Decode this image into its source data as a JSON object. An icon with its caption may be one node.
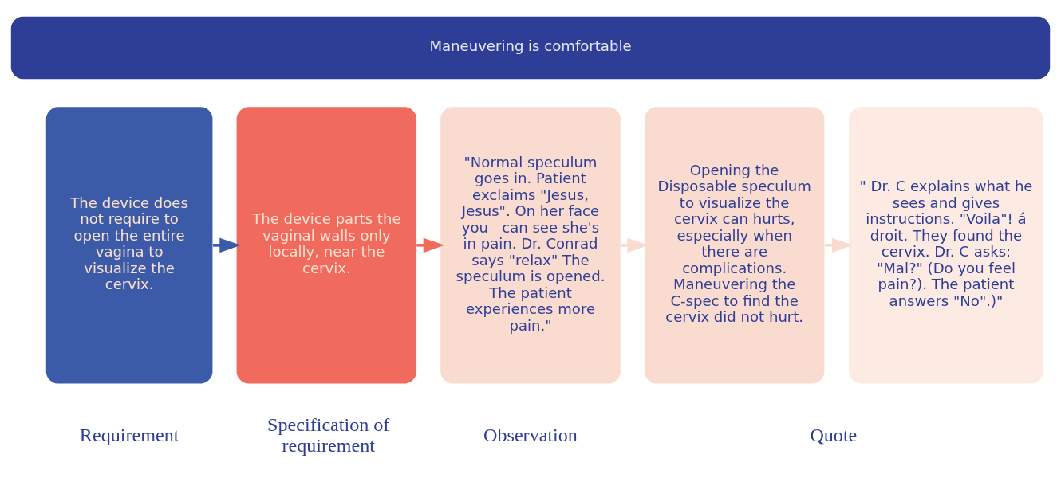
{
  "diagram": {
    "nodes": [
      {
        "text": [
          "Maneuvering is comfortable"
        ]
      },
      {
        "text": [
          "The device does not require to open the entire vagina to visualize the cervix."
        ]
      },
      {
        "text": [
          "The device parts the vaginal walls only locally, near the cervix."
        ]
      },
      {
        "text": [
          "\"Normal speculum goes in. Patient exclaims \"Jesus, Jesus\". On her face you   can see she's in pain. Dr. Conrad says \"relax\" The speculum is opened. The patient experiences more pain.\""
        ]
      },
      {
        "text": [
          "Opening the Disposable speculum to visualize the cervix can hurts, especially when there are complications. Maneuvering the  C-spec to find the cervix did not hurt."
        ]
      },
      {
        "text": [
          "\" Dr. C explains what he sees and gives instructions. \"Voila\"! á droit. They found the cervix. Dr. C asks: \"Mal?\" (Do you feel pain?). The patient answers \"No\".)\""
        ]
      }
    ],
    "edges": [
      {
        "from": 1,
        "to": 2,
        "arrow": "to",
        "color": "#3b5ba9"
      },
      {
        "from": 2,
        "to": 3,
        "arrow": "to",
        "color": "#f06b5d"
      },
      {
        "from": 3,
        "to": 4,
        "arrow": "to",
        "color": "#f9dccf"
      },
      {
        "from": 4,
        "to": 5,
        "arrow": "to",
        "color": "#f9dccf"
      }
    ],
    "labels": [
      "Requirement",
      "Specification of requirement",
      "Observation",
      "Quote"
    ]
  }
}
